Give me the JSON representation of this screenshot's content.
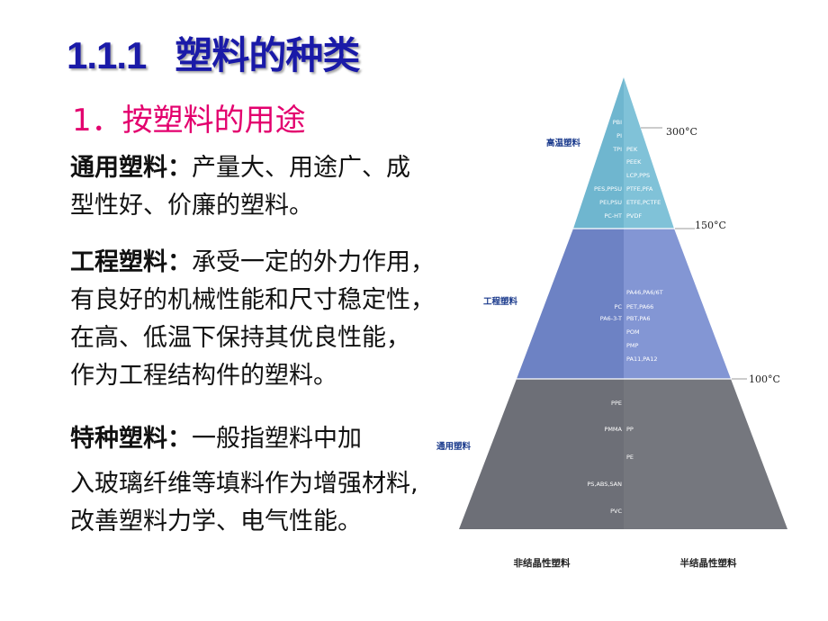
{
  "title": "1.1.1   塑料的种类",
  "section": "1．按塑料的用途",
  "paragraphs": [
    {
      "term": "通用塑料：",
      "lines": [
        "产量大、用途广、成",
        "型性好、价廉的塑料。"
      ]
    },
    {
      "term": "工程塑料：",
      "lines": [
        "承受一定的外力作用，",
        "有良好的机械性能和尺寸稳定性，",
        "在高、低温下保持其优良性能，",
        "作为工程结构件的塑料。"
      ]
    },
    {
      "term": "特种塑料：",
      "lines": [
        "一般指塑料中加",
        "入玻璃纤维等填料作为增强材料,",
        "改善塑料力学、电气性能。"
      ]
    }
  ],
  "pyramid": {
    "tiers": {
      "high": "高温塑料",
      "engineering": "工程塑料",
      "general": "通用塑料"
    },
    "temps": [
      "300°C",
      "150°C",
      "100°C"
    ],
    "footer": {
      "left": "非结晶性塑料",
      "right": "半结晶性塑料"
    },
    "top_left": [
      "PBI",
      "PI",
      "TPI",
      "PES,PPSU",
      "PEI,PSU",
      "PC-HT"
    ],
    "top_right": [
      "PEK",
      "PEEK",
      "LCP,PPS",
      "PTFE,PFA",
      "ETFE,PCTFE",
      "PVDF"
    ],
    "mid_left": [
      "PC",
      "PA6-3-T"
    ],
    "mid_right": [
      "PA46,PA6/6T",
      "PET,PA66",
      "PBT,PA6",
      "POM",
      "PMP",
      "PA11,PA12"
    ],
    "bot_left": [
      "PPE",
      "PMMA",
      "PS,ABS,SAN",
      "PVC"
    ],
    "bot_right": [
      "PP",
      "PE"
    ],
    "colors": {
      "top_left": "#6fb6cf",
      "top_right": "#80c2d8",
      "mid_left": "#6d82c4",
      "mid_right": "#8396d4",
      "bot_left": "#6d6f77",
      "bot_right": "#75777e"
    }
  }
}
